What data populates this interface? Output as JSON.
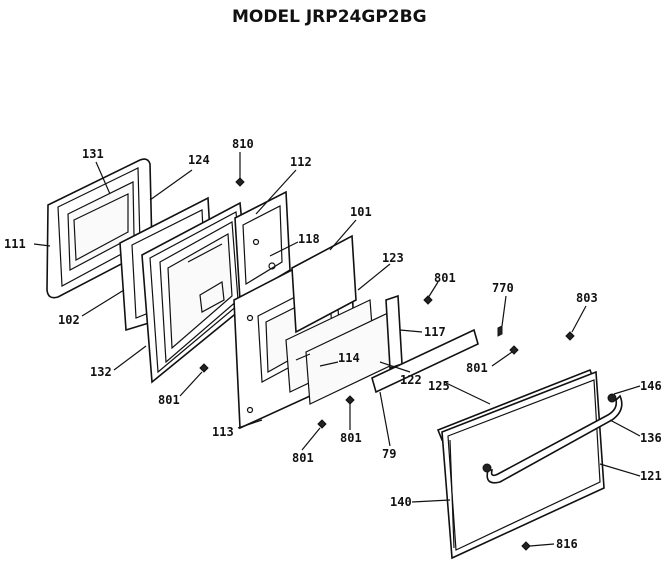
{
  "title": "MODEL JRP24GP2BG",
  "parts": {
    "p131": "131",
    "p124": "124",
    "p810": "810",
    "p112": "112",
    "p111": "111",
    "p101": "101",
    "p118": "118",
    "p123": "123",
    "p801a": "801",
    "p770": "770",
    "p803": "803",
    "p102": "102",
    "p117": "117",
    "p801b": "801",
    "p132": "132",
    "p114": "114",
    "p125": "125",
    "p146": "146",
    "p801c": "801",
    "p122": "122",
    "p801d": "801",
    "p79": "79",
    "p136": "136",
    "p113": "113",
    "p801e": "801",
    "p121": "121",
    "p140": "140",
    "p816": "816"
  }
}
